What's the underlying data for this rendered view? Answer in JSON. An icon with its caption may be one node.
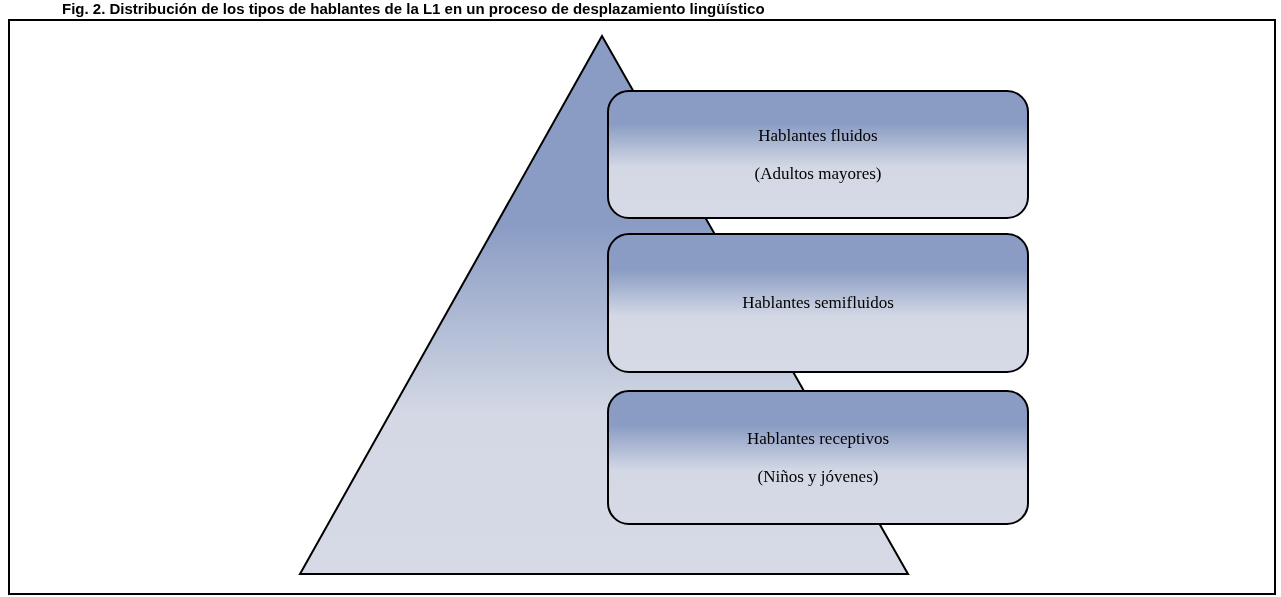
{
  "diagram": {
    "title": "Fig. 2. Distribución de los tipos de hablantes de la L1 en un proceso de desplazamiento lingüístico",
    "nodes": [
      {
        "text": [
          "Hablantes fluidos",
          "(Adultos mayores)"
        ]
      },
      {
        "text": [
          "Hablantes semifluidos"
        ]
      },
      {
        "text": [
          "Hablantes receptivos",
          "(Niños y jóvenes)"
        ]
      }
    ]
  }
}
